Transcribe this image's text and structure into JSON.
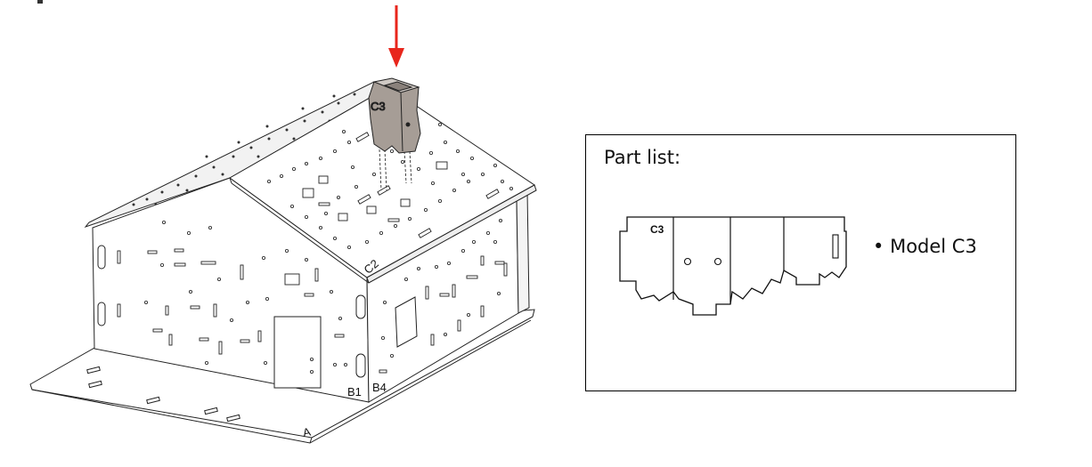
{
  "illustration": {
    "part_labels": {
      "c3": "C3",
      "c2": "C2",
      "b1": "B1",
      "b4": "B4",
      "a": "A"
    },
    "arrow_color": "#e8261c",
    "part_color": "#a69d96"
  },
  "part_list": {
    "title": "Part list:",
    "piece_label": "C3",
    "bullet": "•",
    "model": "Model C3"
  }
}
